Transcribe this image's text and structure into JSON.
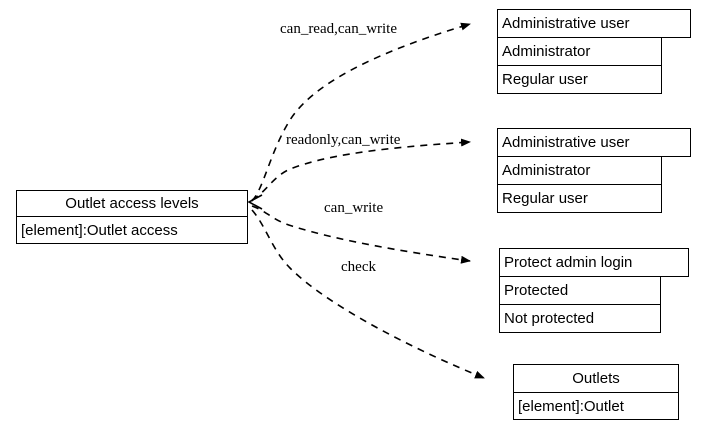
{
  "diagram": {
    "type": "entity-relationship-record-diagram",
    "background_color": "#ffffff",
    "line_color": "#000000",
    "text_color": "#000000",
    "source_node": {
      "title": "Outlet access levels",
      "element_row": "[element]:Outlet access"
    },
    "edges": [
      {
        "label": "can_read,can_write",
        "target": "administrative-user-1"
      },
      {
        "label": "readonly,can_write",
        "target": "administrative-user-2"
      },
      {
        "label": "can_write",
        "target": "protect-admin-login"
      },
      {
        "label": "check",
        "target": "outlets"
      }
    ],
    "targets": [
      {
        "id": "administrative-user-1",
        "title": "Administrative user",
        "rows": [
          "Administrator",
          "Regular user"
        ]
      },
      {
        "id": "administrative-user-2",
        "title": "Administrative user",
        "rows": [
          "Administrator",
          "Regular user"
        ]
      },
      {
        "id": "protect-admin-login",
        "title": "Protect admin login",
        "rows": [
          "Protected",
          "Not protected"
        ]
      },
      {
        "id": "outlets",
        "title": "Outlets",
        "rows": [
          "[element]:Outlet"
        ]
      }
    ]
  }
}
